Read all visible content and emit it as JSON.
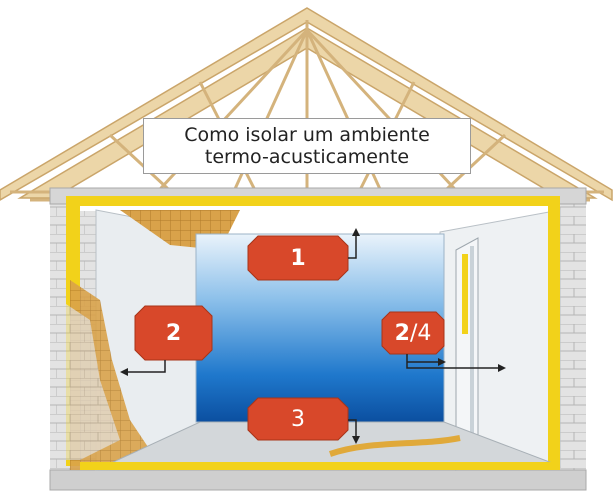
{
  "title": {
    "line1": "Como isolar um ambiente",
    "line2": "termo-acusticamente"
  },
  "markers": [
    {
      "id": "ceiling",
      "bold": "1",
      "light": ""
    },
    {
      "id": "left-wall",
      "bold": "2",
      "light": ""
    },
    {
      "id": "partition",
      "bold": "2",
      "light": "/4"
    },
    {
      "id": "floor",
      "bold": "",
      "light": "3"
    }
  ],
  "colors": {
    "badge": "#d8482a",
    "insulation": "#f2d21a",
    "timber": "#e6c99a",
    "room_blue": "#1a6fc4",
    "brick": "#dcdcdc"
  }
}
